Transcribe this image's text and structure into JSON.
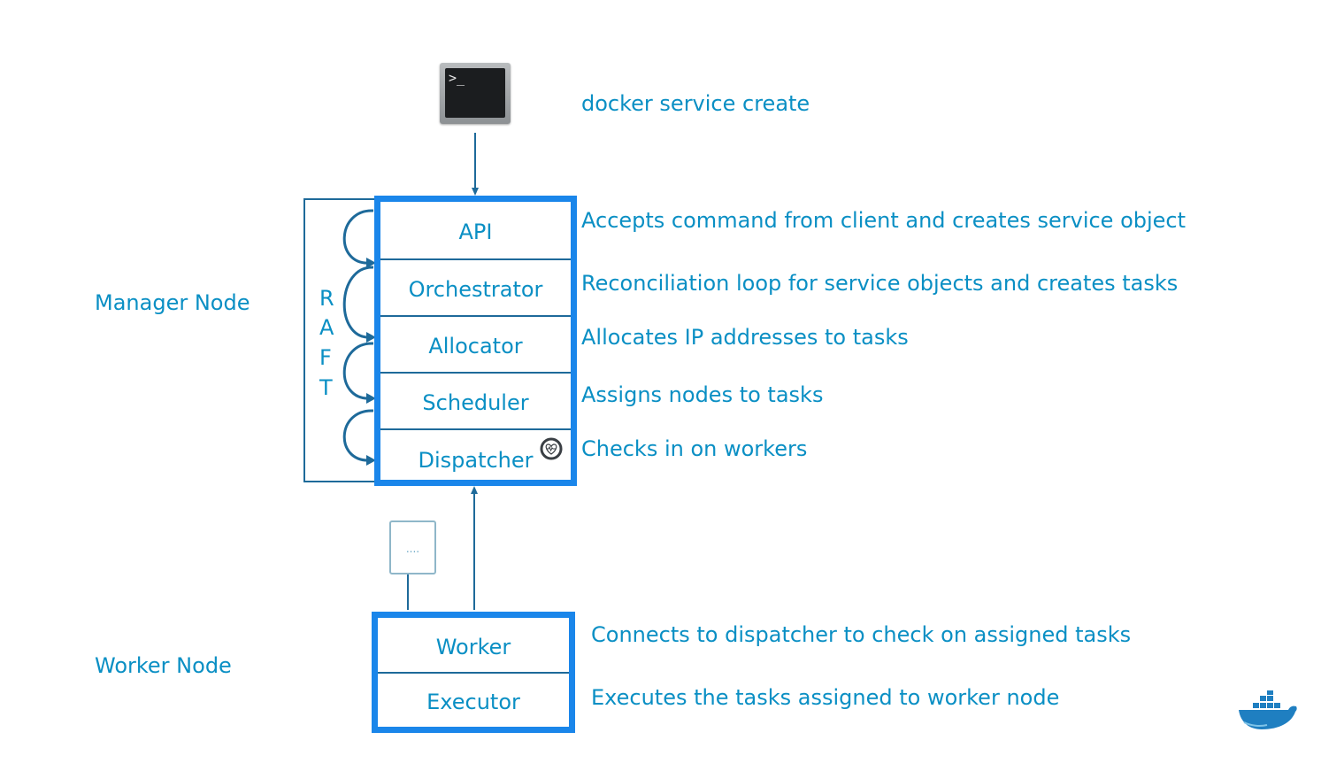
{
  "diagram": {
    "command": {
      "terminal_prompt": ">_",
      "text": "docker service create"
    },
    "manager": {
      "label": "Manager Node",
      "raft_letters": [
        "R",
        "A",
        "F",
        "T"
      ],
      "components": [
        {
          "name": "API",
          "description": "Accepts command from client and creates service object"
        },
        {
          "name": "Orchestrator",
          "description": "Reconciliation loop for service objects and creates tasks"
        },
        {
          "name": "Allocator",
          "description": "Allocates IP addresses to tasks"
        },
        {
          "name": "Scheduler",
          "description": "Assigns nodes to tasks"
        },
        {
          "name": "Dispatcher",
          "description": "Checks in on workers"
        }
      ]
    },
    "worker": {
      "label": "Worker Node",
      "task_box_text": "....",
      "components": [
        {
          "name": "Worker",
          "description": "Connects to dispatcher to check on assigned tasks"
        },
        {
          "name": "Executor",
          "description": "Executes the tasks assigned to worker node"
        }
      ]
    },
    "colors": {
      "text": "#0a8fc4",
      "box_border": "#1a86ea",
      "lines": "#1e6a9a"
    },
    "icons": {
      "terminal": "terminal-icon",
      "dispatcher": "heartbeat-icon",
      "brand": "docker-whale-logo"
    }
  }
}
